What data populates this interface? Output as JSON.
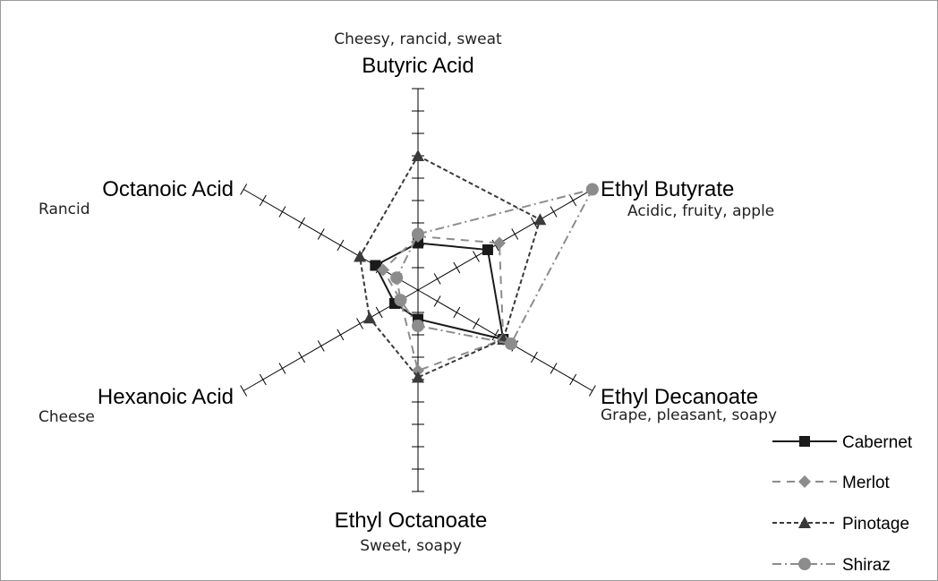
{
  "chart_data": {
    "type": "radar",
    "axes": [
      {
        "name": "Butyric Acid",
        "description": "Cheesy, rancid, sweat"
      },
      {
        "name": "Ethyl Butyrate",
        "description": "Acidic, fruity, apple"
      },
      {
        "name": "Ethyl Decanoate",
        "description": "Grape, pleasant, soapy"
      },
      {
        "name": "Ethyl Octanoate",
        "description": "Sweet, soapy"
      },
      {
        "name": "Hexanoic Acid",
        "description": "Cheese"
      },
      {
        "name": "Octanoic Acid",
        "description": "Rancid"
      }
    ],
    "ticks": 9,
    "rmax": 9,
    "series": [
      {
        "name": "Cabernet",
        "values": [
          2.1,
          3.6,
          4.4,
          1.3,
          1.2,
          2.2
        ],
        "color": "#1a1a1a",
        "dash": "",
        "marker": "square"
      },
      {
        "name": "Merlot",
        "values": [
          2.4,
          4.2,
          4.4,
          3.6,
          0.9,
          1.8
        ],
        "color": "#8c8c8c",
        "dash": "9,7",
        "marker": "diamond"
      },
      {
        "name": "Pinotage",
        "values": [
          6.0,
          6.3,
          4.4,
          3.9,
          2.5,
          3.0
        ],
        "color": "#3a3a3a",
        "dash": "5,3",
        "marker": "triangle"
      },
      {
        "name": "Shiraz",
        "values": [
          2.5,
          9.0,
          4.8,
          1.6,
          0.9,
          1.1
        ],
        "color": "#8c8c8c",
        "dash": "10,4,2,4",
        "marker": "circle"
      }
    ]
  }
}
